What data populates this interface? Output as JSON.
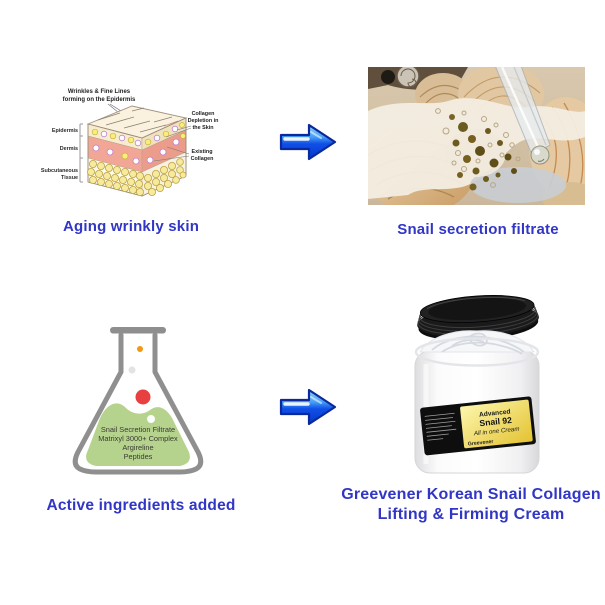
{
  "canvas": {
    "background": "#ffffff"
  },
  "colors": {
    "caption_blue": "#3136c6",
    "arrow_blue_light": "#8fd0fb",
    "arrow_blue_dark": "#0636c8",
    "flask_liquid_green": "#b6d38e",
    "flask_outline_gray": "#8f8f8f",
    "jar_label_yellow": "#eed04a",
    "dermis_pink": "#f2a695",
    "epidermis_cream": "#f7eccd"
  },
  "skin_diagram": {
    "caption": "Aging wrinkly skin",
    "top_label_line1": "Wrinkles & Fine Lines",
    "top_label_line2": "forming on the Epidermis",
    "layer_epidermis": "Epidermis",
    "layer_dermis": "Dermis",
    "layer_subcutaneous_line1": "Subcutaneous",
    "layer_subcutaneous_line2": "Tissue",
    "depletion_line1": "Collagen",
    "depletion_line2": "Depletion in",
    "depletion_line3": "the Skin",
    "existing_line1": "Existing",
    "existing_line2": "Collagen"
  },
  "snail_photo": {
    "caption": "Snail secretion filtrate"
  },
  "flask": {
    "caption": "Active ingredients added",
    "ingredients_line1": "Snail Secretion Filtrate",
    "ingredients_line2": "Matrixyl 3000+ Complex",
    "ingredients_line3": "Argireline",
    "ingredients_line4": "Peptides"
  },
  "product": {
    "caption_line1": "Greevener Korean Snail Collagen",
    "caption_line2": "Lifting & Firming Cream",
    "jar_label_line1": "Advanced",
    "jar_label_line2": "Snail 92",
    "jar_label_line3": "All in one Cream",
    "jar_label_brand": "Greevener"
  }
}
